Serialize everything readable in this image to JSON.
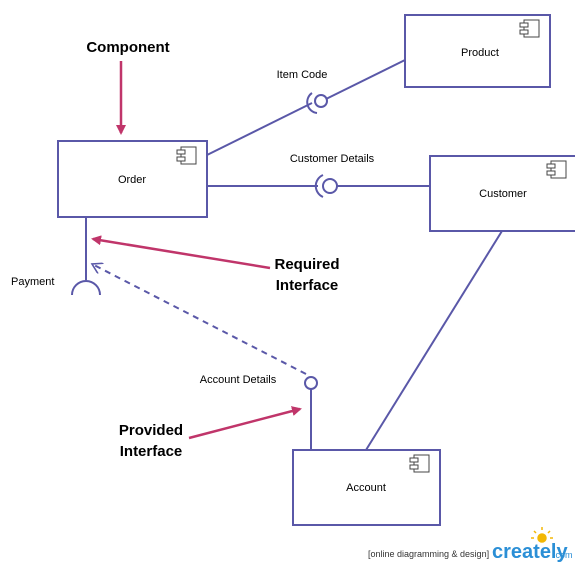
{
  "components": {
    "order": "Order",
    "product": "Product",
    "customer": "Customer",
    "account": "Account"
  },
  "interfaces": {
    "item_code": "Item Code",
    "customer_details": "Customer Details",
    "payment": "Payment",
    "account_details": "Account Details"
  },
  "annotations": {
    "component": "Component",
    "required_1": "Required",
    "required_2": "Interface",
    "provided_1": "Provided",
    "provided_2": "Interface"
  },
  "footer": {
    "tagline": "[online diagramming & design]",
    "brand": "creately",
    "brand_suffix": ".com"
  },
  "colors": {
    "line": "#5a58a8",
    "annotation_arrow": "#c0356a",
    "brand_blue": "#2b8fd6",
    "brand_sun": "#f2b705"
  }
}
